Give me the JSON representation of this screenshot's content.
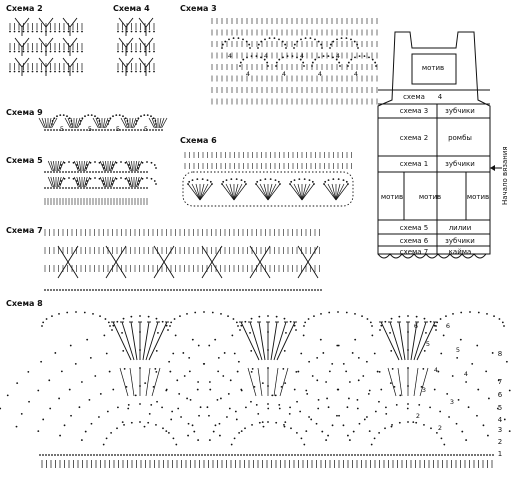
{
  "labels": {
    "scheme2": "Схема 2",
    "scheme4": "Схема 4",
    "scheme3": "Схема 3",
    "scheme9": "Схема 9",
    "scheme5": "Схема 5",
    "scheme6": "Схема 6",
    "scheme7": "Схема 7",
    "scheme8": "Схема 8"
  },
  "scheme9_numbers": [
    "5",
    "5",
    "5",
    "5"
  ],
  "scheme3_numbers": [
    "4",
    "4",
    "4",
    "4",
    "4",
    "4",
    "4",
    "4"
  ],
  "scheme8_numbers": [
    "6",
    "6",
    "5",
    "5",
    "4",
    "4",
    "3",
    "3",
    "2",
    "2"
  ],
  "scheme8_row_numbers": [
    "8",
    "7",
    "6",
    "5",
    "4",
    "3",
    "2",
    "1"
  ],
  "garment": {
    "start_label": "Начало вязания",
    "rows": [
      {
        "left": "мотив",
        "right": ""
      },
      {
        "left": "схема",
        "right": "4"
      },
      {
        "left": "схема 3",
        "right": "зубчики"
      },
      {
        "left": "схема 2",
        "right": "ромбы"
      },
      {
        "left": "схема 1",
        "right": "зубчики"
      },
      {
        "left": "мотив",
        "mid": "мотив",
        "right": "мотив"
      },
      {
        "left": "схема 5",
        "right": "лилии"
      },
      {
        "left": "схема 6",
        "right": "зубчики"
      },
      {
        "left": "схема 7",
        "right": "кайма"
      }
    ]
  }
}
